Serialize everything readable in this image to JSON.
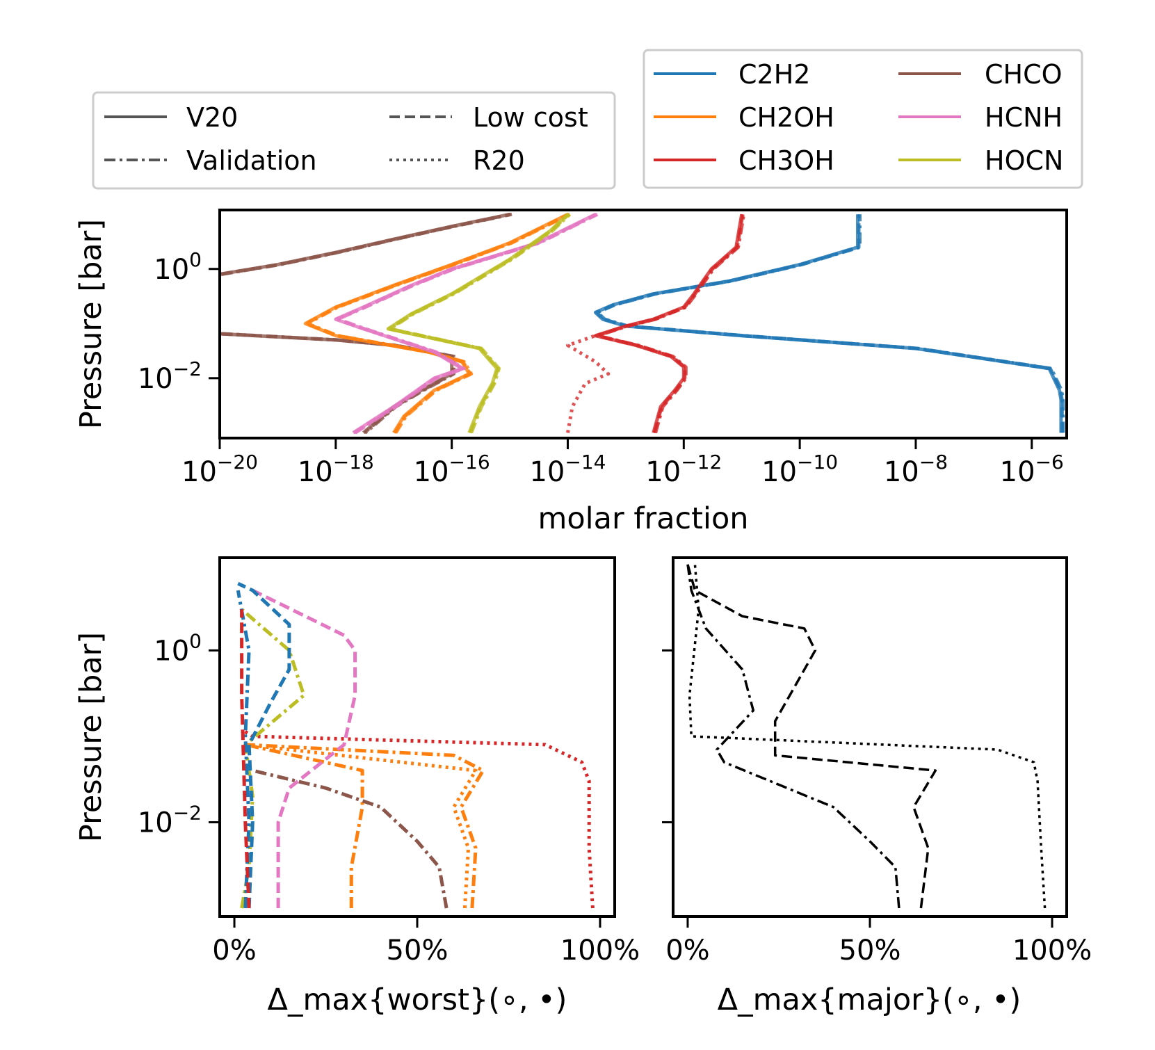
{
  "colors": {
    "C2H2": "#1f77b4",
    "CH2OH": "#ff7f0e",
    "CH3OH": "#d62728",
    "CHCO": "#8c564b",
    "HCNH": "#e377c2",
    "HOCN": "#bcbd22",
    "style_legend": "#555555",
    "delta_lines": "#000000"
  },
  "legends": {
    "styles": [
      {
        "label": "V20",
        "dash": "solid"
      },
      {
        "label": "Low cost",
        "dash": "dashed"
      },
      {
        "label": "Validation",
        "dash": "dashdot"
      },
      {
        "label": "R20",
        "dash": "dotted"
      }
    ],
    "species": [
      {
        "label": "C2H2",
        "color": "#1f77b4"
      },
      {
        "label": "CHCO",
        "color": "#8c564b"
      },
      {
        "label": "CH2OH",
        "color": "#ff7f0e"
      },
      {
        "label": "HCNH",
        "color": "#e377c2"
      },
      {
        "label": "CH3OH",
        "color": "#d62728"
      },
      {
        "label": "HOCN",
        "color": "#bcbd22"
      }
    ]
  },
  "chart_data": [
    {
      "type": "line",
      "panel": "top",
      "xlabel": "molar fraction",
      "ylabel": "Pressure [bar]",
      "xscale": "log",
      "yscale": "log",
      "y_inverted": true,
      "xlim": [
        1e-20,
        4e-06
      ],
      "ylim": [
        12,
        0.0008
      ],
      "xticks": [
        "10^-20",
        "10^-18",
        "10^-16",
        "10^-14",
        "10^-12",
        "10^-10",
        "10^-8",
        "10^-6"
      ],
      "yticks": [
        "10^0",
        "10^-2"
      ],
      "series": [
        {
          "species": "C2H2",
          "style": "all",
          "points": [
            [
              3.2e-06,
              0.001
            ],
            [
              3.2e-06,
              0.004
            ],
            [
              3e-06,
              0.006
            ],
            [
              2e-06,
              0.015
            ],
            [
              1e-08,
              0.035
            ],
            [
              1e-11,
              0.06
            ],
            [
              1e-13,
              0.09
            ],
            [
              4e-14,
              0.12
            ],
            [
              3e-14,
              0.16
            ],
            [
              6e-14,
              0.22
            ],
            [
              3e-13,
              0.35
            ],
            [
              6e-12,
              0.6
            ],
            [
              1e-10,
              1.2
            ],
            [
              1e-09,
              2.5
            ],
            [
              1e-09,
              10
            ]
          ]
        },
        {
          "species": "CH3OH",
          "style": "all",
          "points": [
            [
              3e-13,
              0.001
            ],
            [
              4e-13,
              0.003
            ],
            [
              7e-13,
              0.006
            ],
            [
              1e-12,
              0.01
            ],
            [
              1e-12,
              0.016
            ],
            [
              6e-13,
              0.025
            ],
            [
              1.5e-13,
              0.04
            ],
            [
              3e-14,
              0.06
            ],
            [
              1e-13,
              0.09
            ],
            [
              3e-13,
              0.12
            ],
            [
              1e-12,
              0.2
            ],
            [
              1.5e-12,
              0.35
            ],
            [
              3e-12,
              1.0
            ],
            [
              8e-12,
              2.5
            ],
            [
              1e-11,
              10
            ]
          ]
        },
        {
          "species": "CH3OH",
          "style": "dotted",
          "points": [
            [
              1e-14,
              0.001
            ],
            [
              1.2e-14,
              0.003
            ],
            [
              2e-14,
              0.008
            ],
            [
              5e-14,
              0.012
            ],
            [
              3e-14,
              0.02
            ],
            [
              1e-14,
              0.04
            ],
            [
              3e-14,
              0.06
            ]
          ]
        },
        {
          "species": "CHCO",
          "style": "all",
          "points": [
            [
              1e-20,
              0.8
            ],
            [
              1e-19,
              1.2
            ],
            [
              1e-18,
              2
            ],
            [
              1e-17,
              3.5
            ],
            [
              1e-16,
              6
            ],
            [
              1e-15,
              10
            ]
          ]
        },
        {
          "species": "CHCO",
          "style": "all",
          "points": [
            [
              1e-20,
              0.065
            ],
            [
              1e-18,
              0.05
            ],
            [
              1e-17,
              0.04
            ],
            [
              1e-16,
              0.025
            ],
            [
              1e-16,
              0.015
            ],
            [
              1e-16,
              0.012
            ],
            [
              3e-17,
              0.006
            ],
            [
              1e-17,
              0.003
            ],
            [
              3e-18,
              0.001
            ]
          ]
        },
        {
          "species": "CH2OH",
          "style": "all",
          "points": [
            [
              1e-17,
              0.001
            ],
            [
              1.5e-17,
              0.002
            ],
            [
              5e-17,
              0.006
            ],
            [
              2e-16,
              0.012
            ],
            [
              1.5e-16,
              0.02
            ],
            [
              4e-17,
              0.03
            ],
            [
              1e-18,
              0.06
            ],
            [
              3e-19,
              0.1
            ],
            [
              1e-18,
              0.2
            ],
            [
              1e-17,
              0.5
            ],
            [
              1e-16,
              1.2
            ],
            [
              1e-15,
              3
            ],
            [
              1e-14,
              10
            ]
          ]
        },
        {
          "species": "HCNH",
          "style": "all",
          "points": [
            [
              2e-18,
              0.001
            ],
            [
              1e-17,
              0.003
            ],
            [
              5e-17,
              0.01
            ],
            [
              1.5e-16,
              0.015
            ],
            [
              5e-17,
              0.03
            ],
            [
              3e-18,
              0.08
            ],
            [
              1e-18,
              0.12
            ],
            [
              3e-18,
              0.2
            ],
            [
              2e-17,
              0.5
            ],
            [
              1e-16,
              1.0
            ],
            [
              3e-15,
              3
            ],
            [
              3e-14,
              10
            ]
          ]
        },
        {
          "species": "HOCN",
          "style": "all",
          "points": [
            [
              2e-16,
              0.001
            ],
            [
              3e-16,
              0.003
            ],
            [
              5e-16,
              0.008
            ],
            [
              6e-16,
              0.015
            ],
            [
              3e-16,
              0.035
            ],
            [
              8e-18,
              0.08
            ],
            [
              2e-17,
              0.15
            ],
            [
              1e-16,
              0.35
            ],
            [
              1e-15,
              1.5
            ],
            [
              5e-15,
              5
            ],
            [
              1e-14,
              10
            ]
          ]
        }
      ]
    },
    {
      "type": "line",
      "panel": "bottom-left",
      "xlabel": "Δ_max{worst}(∘, •)",
      "ylabel": "Pressure [bar]",
      "xlim": [
        -4,
        104
      ],
      "ylim": [
        12,
        0.0008
      ],
      "xticks": [
        "0%",
        "50%",
        "100%"
      ],
      "yticks": [
        "10^0",
        "10^-2"
      ],
      "series": [
        {
          "species": "CH3OH",
          "style": "dotted",
          "points": [
            [
              98,
              0.001
            ],
            [
              97,
              0.005
            ],
            [
              97,
              0.03
            ],
            [
              95,
              0.05
            ],
            [
              85,
              0.08
            ],
            [
              5,
              0.1
            ],
            [
              2,
              0.12
            ]
          ]
        },
        {
          "species": "CH2OH",
          "style": "dashdot",
          "points": [
            [
              65,
              0.001
            ],
            [
              66,
              0.005
            ],
            [
              62,
              0.015
            ],
            [
              68,
              0.04
            ],
            [
              60,
              0.06
            ],
            [
              3,
              0.08
            ]
          ]
        },
        {
          "species": "CH2OH",
          "style": "dotted",
          "points": [
            [
              63,
              0.001
            ],
            [
              64,
              0.005
            ],
            [
              60,
              0.015
            ],
            [
              66,
              0.04
            ],
            [
              3,
              0.08
            ]
          ]
        },
        {
          "species": "CH2OH",
          "style": "dashdot",
          "points": [
            [
              32,
              0.001
            ],
            [
              32,
              0.003
            ],
            [
              35,
              0.015
            ],
            [
              35,
              0.04
            ],
            [
              3,
              0.08
            ]
          ]
        },
        {
          "species": "CHCO",
          "style": "dashdot",
          "points": [
            [
              58,
              0.001
            ],
            [
              56,
              0.003
            ],
            [
              50,
              0.006
            ],
            [
              40,
              0.015
            ],
            [
              25,
              0.025
            ],
            [
              5,
              0.04
            ]
          ]
        },
        {
          "species": "HCNH",
          "style": "dashed",
          "points": [
            [
              12,
              0.001
            ],
            [
              12,
              0.01
            ],
            [
              15,
              0.025
            ],
            [
              30,
              0.08
            ],
            [
              33,
              0.3
            ],
            [
              33,
              1.0
            ],
            [
              30,
              1.5
            ],
            [
              5,
              5
            ]
          ]
        },
        {
          "species": "HOCN",
          "style": "dashdot",
          "points": [
            [
              2,
              0.001
            ],
            [
              4,
              0.003
            ],
            [
              5,
              0.02
            ],
            [
              3,
              0.08
            ],
            [
              19,
              0.3
            ],
            [
              15,
              1.0
            ],
            [
              2,
              3
            ]
          ]
        },
        {
          "species": "C2H2",
          "style": "dashed",
          "points": [
            [
              4,
              0.001
            ],
            [
              5,
              0.01
            ],
            [
              4,
              0.08
            ],
            [
              10,
              0.25
            ],
            [
              15,
              0.6
            ],
            [
              15,
              2.0
            ],
            [
              5,
              5
            ],
            [
              1,
              6
            ]
          ]
        },
        {
          "species": "C2H2",
          "style": "dashdot",
          "points": [
            [
              3,
              0.001
            ],
            [
              4,
              0.01
            ],
            [
              3,
              0.1
            ],
            [
              4,
              1.0
            ],
            [
              1,
              5
            ]
          ]
        },
        {
          "species": "CH3OH",
          "style": "dashed",
          "points": [
            [
              4,
              0.001
            ],
            [
              3,
              0.01
            ],
            [
              2,
              0.3
            ],
            [
              2,
              3
            ]
          ]
        }
      ]
    },
    {
      "type": "line",
      "panel": "bottom-right",
      "xlabel": "Δ_max{major}(∘, •)",
      "xlim": [
        -4,
        104
      ],
      "ylim": [
        12,
        0.0008
      ],
      "xticks": [
        "0%",
        "50%",
        "100%"
      ],
      "series": [
        {
          "style": "dotted",
          "points": [
            [
              98,
              0.001
            ],
            [
              97,
              0.005
            ],
            [
              96,
              0.03
            ],
            [
              95,
              0.05
            ],
            [
              85,
              0.07
            ],
            [
              1,
              0.1
            ],
            [
              0.5,
              0.3
            ],
            [
              3,
              3
            ],
            [
              2,
              10
            ]
          ]
        },
        {
          "style": "dashed",
          "points": [
            [
              64,
              0.001
            ],
            [
              66,
              0.005
            ],
            [
              62,
              0.015
            ],
            [
              68,
              0.04
            ],
            [
              24,
              0.06
            ],
            [
              24,
              0.15
            ],
            [
              35,
              1.0
            ],
            [
              32,
              1.8
            ],
            [
              15,
              2.5
            ],
            [
              2,
              5
            ],
            [
              0,
              10
            ]
          ]
        },
        {
          "style": "dashdot",
          "points": [
            [
              58,
              0.001
            ],
            [
              57,
              0.003
            ],
            [
              50,
              0.006
            ],
            [
              40,
              0.015
            ],
            [
              10,
              0.05
            ],
            [
              8,
              0.07
            ],
            [
              18,
              0.2
            ],
            [
              15,
              0.6
            ],
            [
              5,
              1.8
            ],
            [
              1,
              5
            ],
            [
              0,
              10
            ]
          ]
        }
      ]
    }
  ]
}
